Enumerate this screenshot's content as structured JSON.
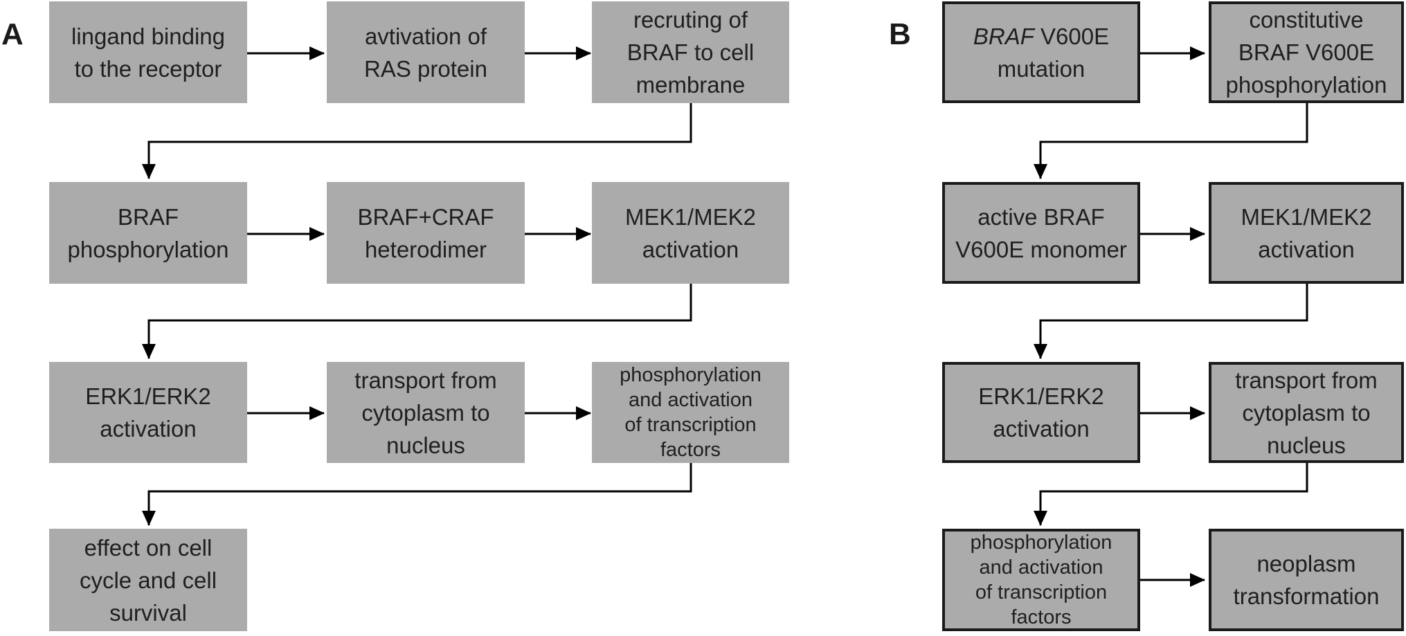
{
  "figure": {
    "background_color": "#ffffff",
    "box_fill_color": "#ababab",
    "box_border_color": "#1a1a1a",
    "text_color": "#1f1f1f",
    "arrow_color": "#000000"
  },
  "panel_a": {
    "label": "A",
    "boxes": {
      "ligand": {
        "l1": "lingand binding",
        "l2": "to the receptor"
      },
      "ras": {
        "l1": "avtivation of",
        "l2": "RAS protein"
      },
      "recruit": {
        "l1": "recruting of",
        "l2": "BRAF to cell",
        "l3": "membrane"
      },
      "phos": {
        "l1": "BRAF",
        "l2": "phosphorylation"
      },
      "dimer": {
        "l1": "BRAF+CRAF",
        "l2": "heterodimer"
      },
      "mek": {
        "l1": "MEK1/MEK2",
        "l2": "activation"
      },
      "erk": {
        "l1": "ERK1/ERK2",
        "l2": "activation"
      },
      "transport": {
        "l1": "transport from",
        "l2": "cytoplasm to",
        "l3": "nucleus"
      },
      "tf": {
        "l1": "phosphorylation",
        "l2": "and activation",
        "l3": "of transcription",
        "l4": "factors"
      },
      "effect": {
        "l1": "effect on cell",
        "l2": "cycle and cell",
        "l3": "survival"
      }
    }
  },
  "panel_b": {
    "label": "B",
    "boxes": {
      "mutation": {
        "l1_italic": "BRAF",
        "l1_rest": "V600E",
        "l2": "mutation"
      },
      "constitutive": {
        "l1": "constitutive",
        "l2": "BRAF V600E",
        "l3": "phosphorylation"
      },
      "monomer": {
        "l1": "active BRAF",
        "l2": "V600E monomer"
      },
      "mek": {
        "l1": "MEK1/MEK2",
        "l2": "activation"
      },
      "erk": {
        "l1": "ERK1/ERK2",
        "l2": "activation"
      },
      "transport": {
        "l1": "transport from",
        "l2": "cytoplasm to",
        "l3": "nucleus"
      },
      "tf": {
        "l1": "phosphorylation",
        "l2": "and activation",
        "l3": "of transcription",
        "l4": "factors"
      },
      "neoplasm": {
        "l1": "neoplasm",
        "l2": "transformation"
      }
    }
  },
  "edges": [
    {
      "from": "ligand-binding",
      "to": "ras-activation"
    },
    {
      "from": "ras-activation",
      "to": "braf-recruitment"
    },
    {
      "from": "braf-recruitment",
      "to": "braf-phosphorylation"
    },
    {
      "from": "braf-phosphorylation",
      "to": "braf-craf-heterodimer"
    },
    {
      "from": "braf-craf-heterodimer",
      "to": "mek-activation-a"
    },
    {
      "from": "mek-activation-a",
      "to": "erk-activation-a"
    },
    {
      "from": "erk-activation-a",
      "to": "nuclear-transport-a"
    },
    {
      "from": "nuclear-transport-a",
      "to": "transcription-factors-a"
    },
    {
      "from": "transcription-factors-a",
      "to": "cell-cycle-effect"
    },
    {
      "from": "braf-v600e-mutation",
      "to": "constitutive-phosphorylation"
    },
    {
      "from": "constitutive-phosphorylation",
      "to": "v600e-monomer"
    },
    {
      "from": "v600e-monomer",
      "to": "mek-activation-b"
    },
    {
      "from": "mek-activation-b",
      "to": "erk-activation-b"
    },
    {
      "from": "erk-activation-b",
      "to": "nuclear-transport-b"
    },
    {
      "from": "nuclear-transport-b",
      "to": "transcription-factors-b"
    },
    {
      "from": "transcription-factors-b",
      "to": "neoplasm-transformation"
    }
  ]
}
